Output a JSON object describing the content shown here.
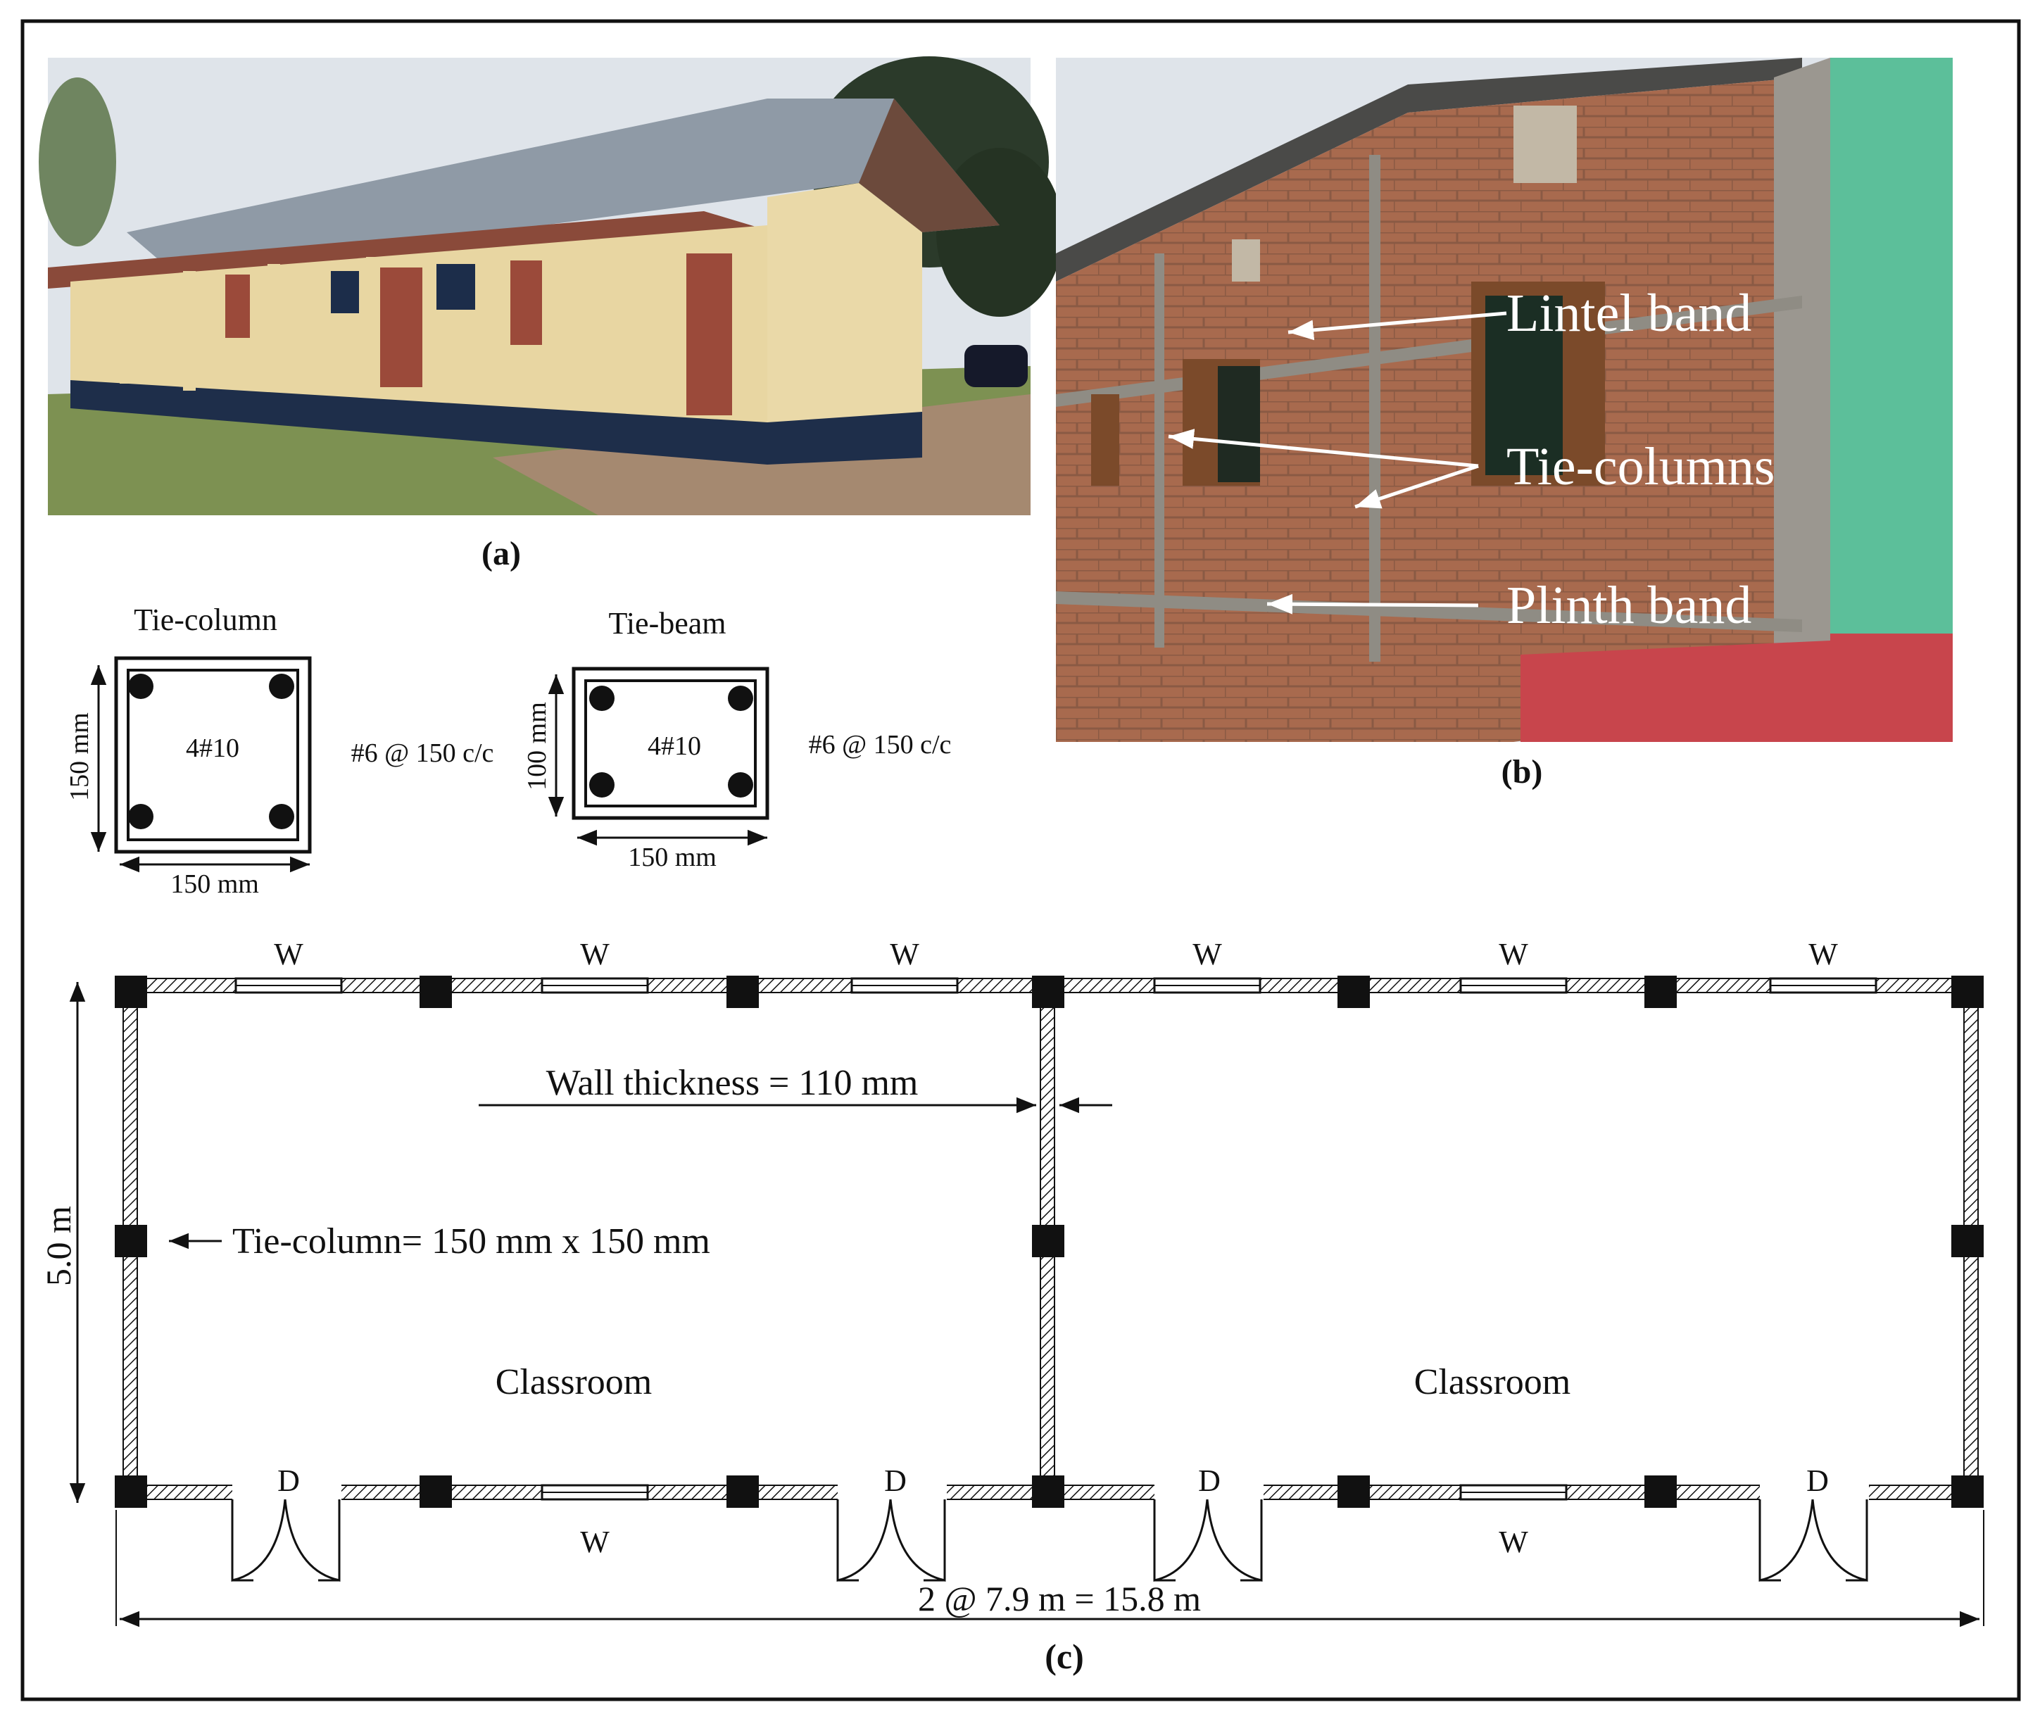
{
  "panel_a": {
    "caption": "(a)"
  },
  "panel_b": {
    "caption": "(b)",
    "labels": {
      "lintel": "Lintel band",
      "tie_columns": "Tie-columns",
      "plinth": "Plinth band"
    }
  },
  "sections": {
    "tie_column": {
      "title": "Tie-column",
      "bars": "4#10",
      "stirrups": "#6 @ 150 c/c",
      "width": "150 mm",
      "height": "150 mm"
    },
    "tie_beam": {
      "title": "Tie-beam",
      "bars": "4#10",
      "stirrups": "#6 @ 150 c/c",
      "width": "150 mm",
      "height": "100 mm"
    }
  },
  "plan": {
    "caption": "(c)",
    "window_label": "W",
    "door_label": "D",
    "room_label": "Classroom",
    "wall_thickness": "Wall thickness = 110 mm",
    "tie_column_note": "Tie-column= 150 mm x 150 mm",
    "height_dim": "5.0 m",
    "length_dim": "2 @ 7.9 m = 15.8 m"
  },
  "colors": {
    "roof": "#8f9aa6",
    "wall_cream": "#ead9a8",
    "brick": "#a86a4e",
    "teal": "#5cbf9a",
    "plinth_red": "#c8454c",
    "grass": "#7d9152"
  }
}
